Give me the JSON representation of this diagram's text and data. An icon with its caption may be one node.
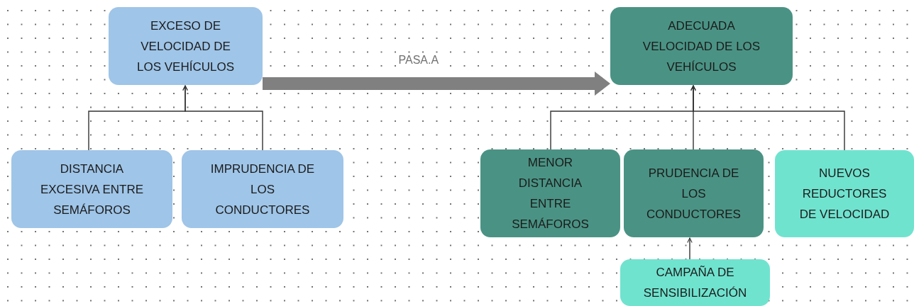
{
  "diagram": {
    "nodes": [
      {
        "text": [
          "EXCESO DE VELOCIDAD DE LOS VEHÍCULOS"
        ]
      },
      {
        "text": [
          "DISTANCIA EXCESIVA ENTRE SEMÁFOROS"
        ]
      },
      {
        "text": [
          "IMPRUDENCIA DE LOS CONDUCTORES"
        ]
      },
      {
        "text": [
          "ADECUADA VELOCIDAD DE LOS VEHÍCULOS"
        ]
      },
      {
        "text": [
          "MENOR DISTANCIA ENTRE SEMÁFOROS"
        ]
      },
      {
        "text": [
          "PRUDENCIA DE LOS CONDUCTORES"
        ]
      },
      {
        "text": [
          "NUEVOS REDUCTORES DE VELOCIDAD"
        ]
      },
      {
        "text": [
          "CAMPAÑA DE SENSIBILIZACIÓN"
        ]
      }
    ],
    "edges": [
      {
        "from": 1,
        "to": 0,
        "arrow": "to"
      },
      {
        "from": 2,
        "to": 0,
        "arrow": "to"
      },
      {
        "from": 0,
        "to": 3,
        "arrow": "to",
        "label": "PASA.A",
        "style": "thick",
        "color": "#808080"
      },
      {
        "from": 4,
        "to": 3,
        "arrow": "to"
      },
      {
        "from": 5,
        "to": 3,
        "arrow": "to"
      },
      {
        "from": 6,
        "to": 3,
        "arrow": "to"
      },
      {
        "from": 7,
        "to": 5,
        "arrow": "to"
      }
    ]
  }
}
